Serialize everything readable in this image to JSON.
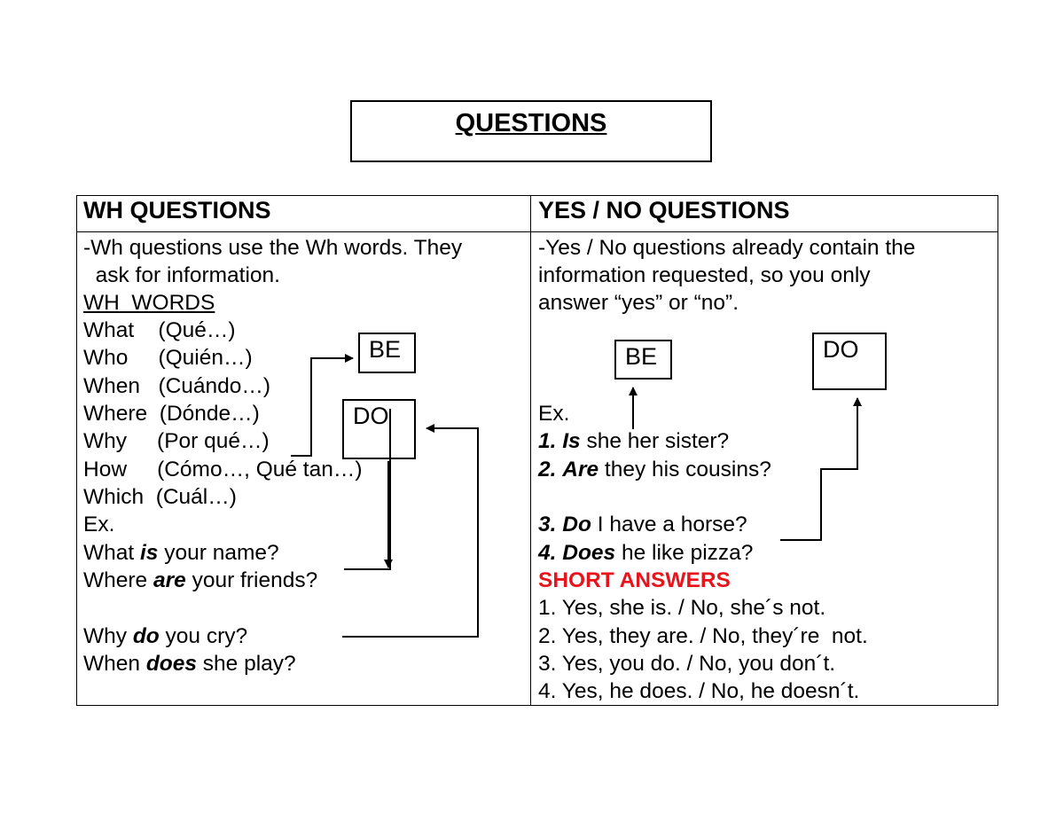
{
  "title": "QUESTIONS",
  "left": {
    "header": "WH QUESTIONS",
    "intro1": "-Wh questions use the Wh words. They",
    "intro2": "  ask for information.",
    "words_title": "WH  WORDS",
    "words": [
      {
        "word": "What",
        "gap": "    ",
        "meaning": "(Qué…)"
      },
      {
        "word": "Who",
        "gap": "     ",
        "meaning": "(Quién…)"
      },
      {
        "word": "When",
        "gap": "   ",
        "meaning": "(Cuándo…)"
      },
      {
        "word": "Where",
        "gap": "  ",
        "meaning": "(Dónde…)"
      },
      {
        "word": "Why",
        "gap": "     ",
        "meaning": "(Por qué…)"
      },
      {
        "word": "How",
        "gap": "     ",
        "meaning": "(Cómo…, Qué tan…)"
      },
      {
        "word": "Which",
        "gap": "  ",
        "meaning": "(Cuál…)"
      }
    ],
    "ex_label": "Ex.",
    "examples": [
      {
        "pre": "What ",
        "verb": "is",
        "post": " your name?"
      },
      {
        "pre": "Where ",
        "verb": "are",
        "post": " your friends?"
      },
      {
        "pre": "Why ",
        "verb": "do",
        "post": " you cry?"
      },
      {
        "pre": "When ",
        "verb": "does",
        "post": " she play?"
      }
    ],
    "be_box": "BE",
    "do_box": "DO"
  },
  "right": {
    "header": "YES / NO QUESTIONS",
    "intro1": "-Yes / No questions already contain the",
    "intro2": "information requested, so you only",
    "intro3": "answer “yes” or “no”.",
    "be_box": "BE",
    "do_box": "DO",
    "ex_label": "Ex.",
    "examples": [
      {
        "num": "1.",
        "verb": "Is",
        "post": " she her sister?"
      },
      {
        "num": "2.",
        "verb": "Are",
        "post": " they his cousins?"
      },
      {
        "num": "3.",
        "verb": "Do",
        "post": " I have a horse?"
      },
      {
        "num": "4.",
        "verb": "Does",
        "post": " he like pizza?"
      }
    ],
    "short_title": "SHORT ANSWERS",
    "short_answers": [
      "1. Yes, she is. / No, she´s not.",
      "2. Yes, they are. / No, they´re  not.",
      "3. Yes, you do. / No, you don´t.",
      "4. Yes, he does. / No, he doesn´t."
    ]
  },
  "colors": {
    "short_answers_title": "#e8141c"
  }
}
